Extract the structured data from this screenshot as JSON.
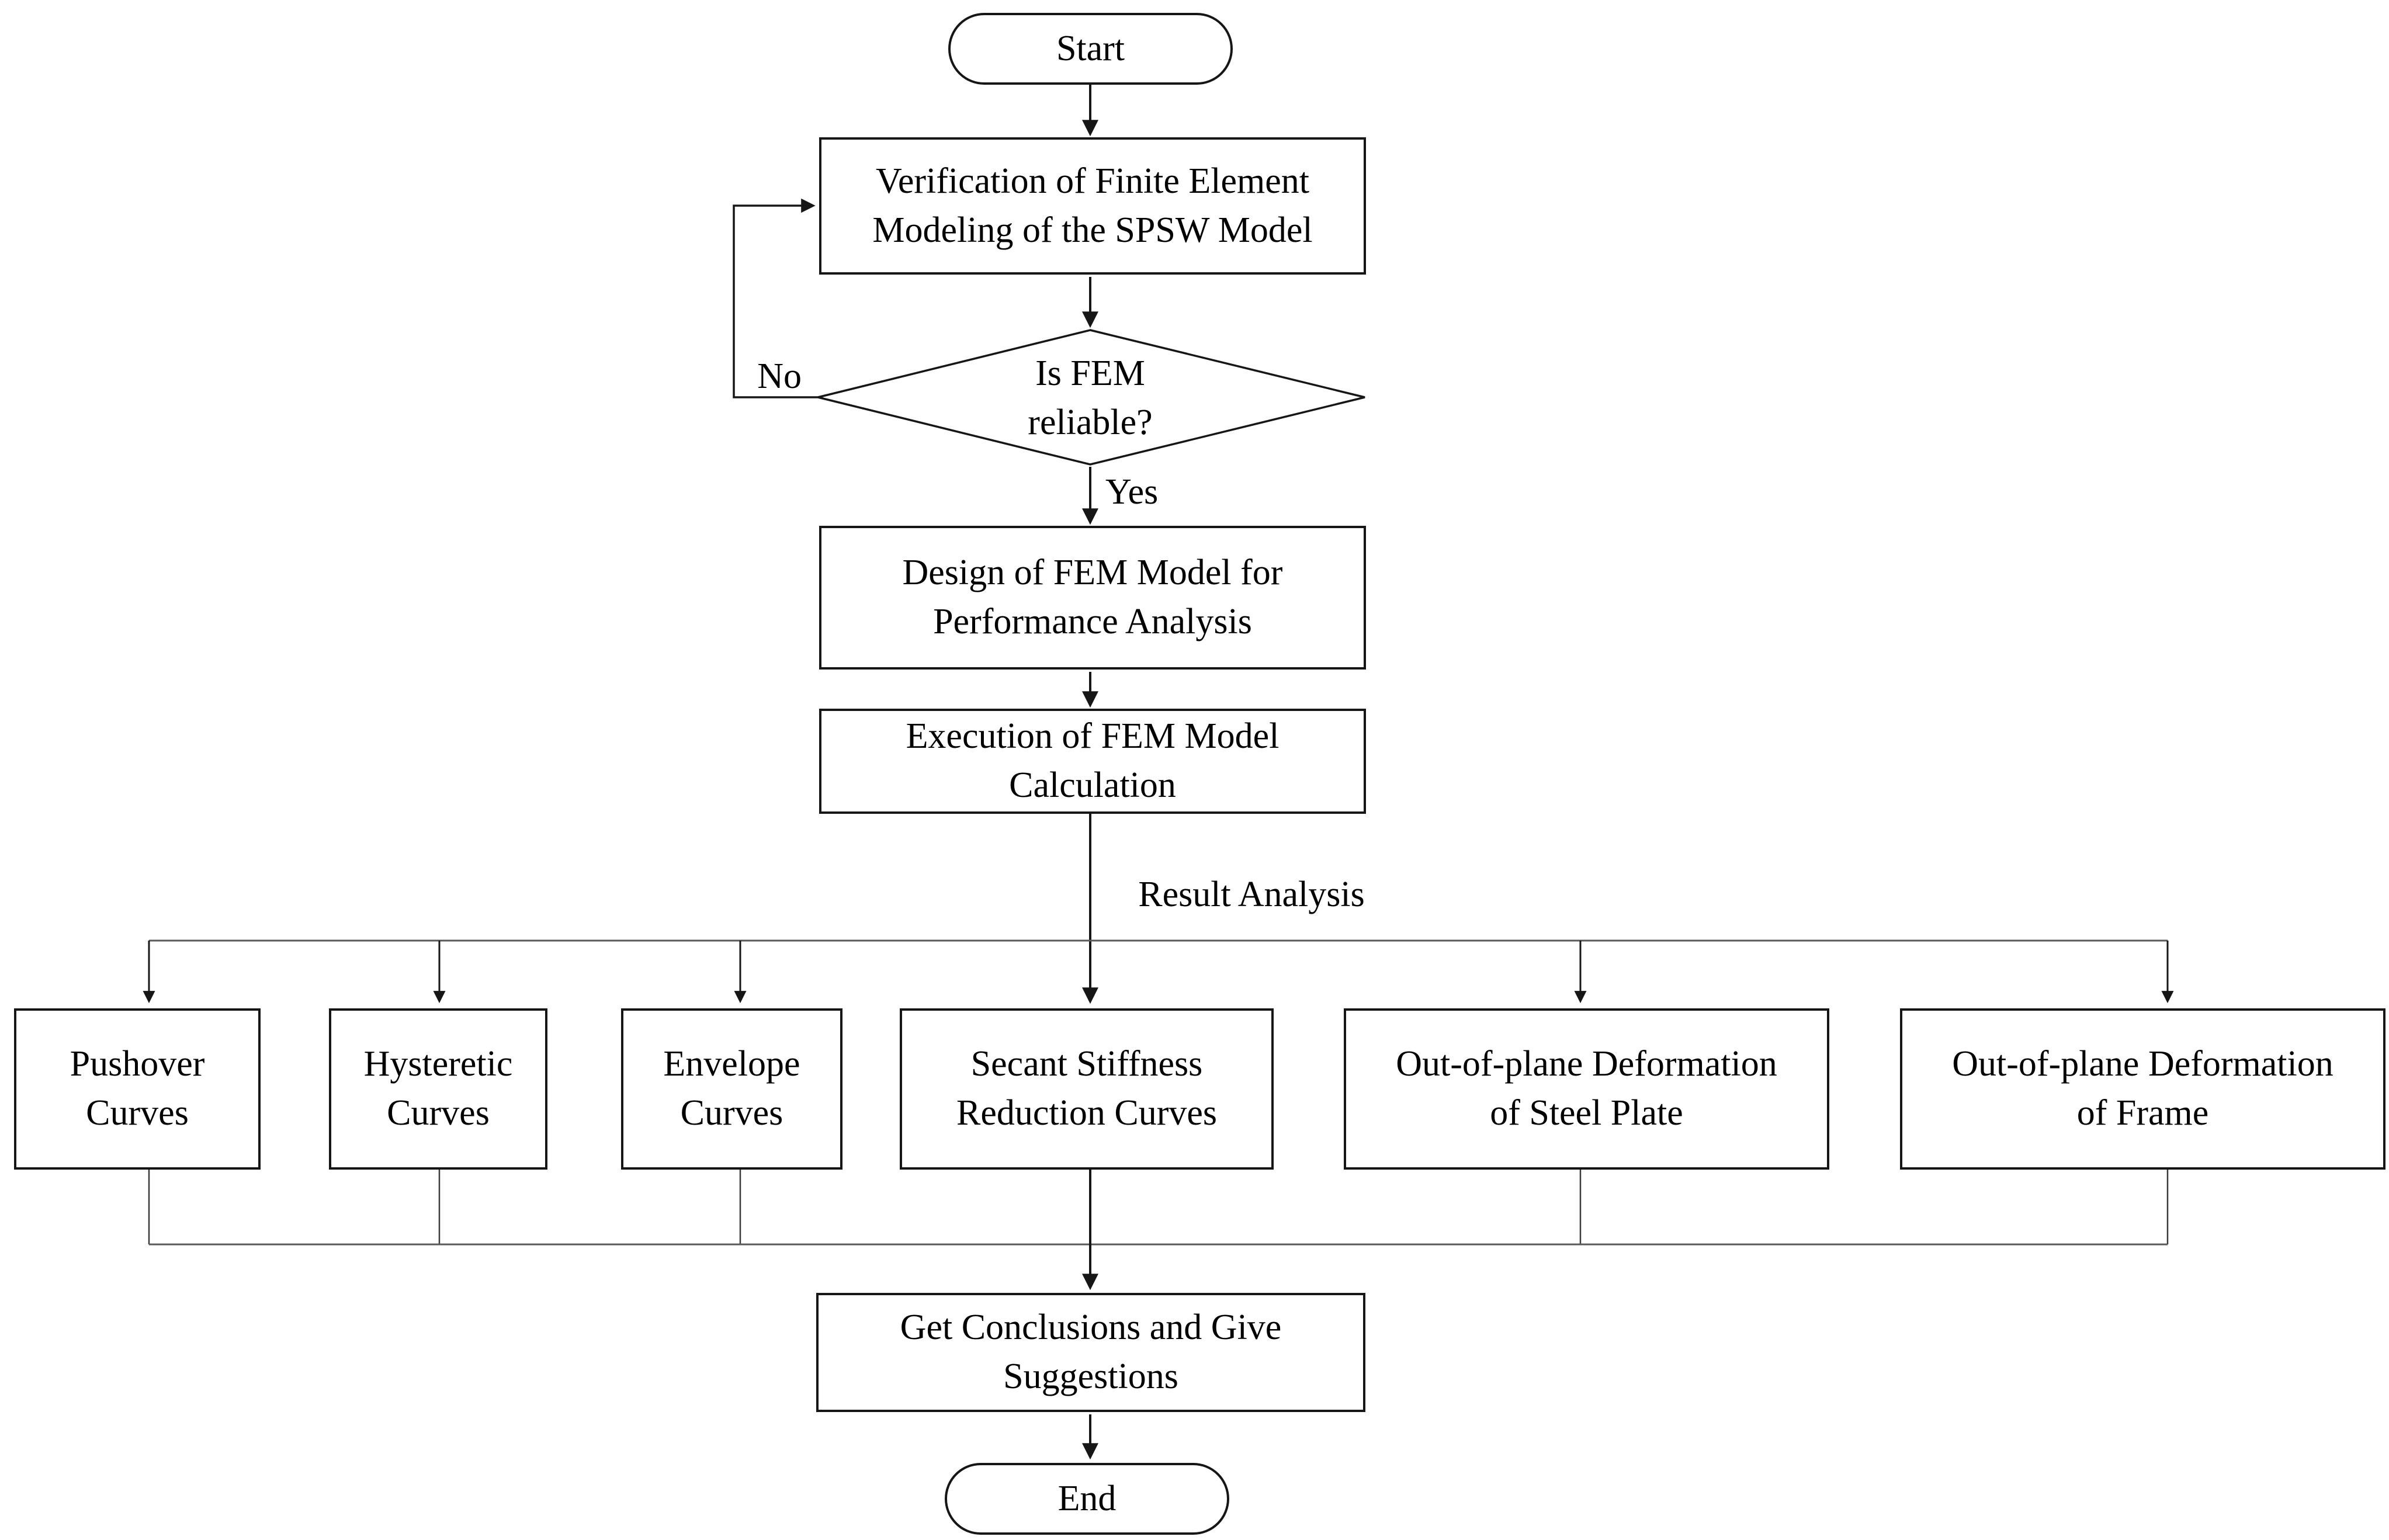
{
  "diagram": {
    "type": "flowchart",
    "nodes": {
      "start": {
        "label": "Start"
      },
      "verification": {
        "label": "Verification of Finite Element\nModeling of the SPSW Model"
      },
      "decision": {
        "label": "Is FEM\nreliable?"
      },
      "design": {
        "label": "Design of FEM Model for\nPerformance Analysis"
      },
      "execution": {
        "label": "Execution of FEM Model\nCalculation"
      },
      "pushover": {
        "label": "Pushover\nCurves"
      },
      "hysteretic": {
        "label": "Hysteretic\nCurves"
      },
      "envelope": {
        "label": "Envelope\nCurves"
      },
      "secant": {
        "label": "Secant Stiffness\nReduction Curves"
      },
      "steel_plate": {
        "label": "Out-of-plane Deformation\nof Steel Plate"
      },
      "frame": {
        "label": "Out-of-plane Deformation\nof Frame"
      },
      "conclusions": {
        "label": "Get Conclusions and Give\nSuggestions"
      },
      "end": {
        "label": "End"
      }
    },
    "edge_labels": {
      "no": "No",
      "yes": "Yes",
      "result_analysis": "Result Analysis"
    },
    "colors": {
      "background": "#ffffff",
      "stroke": "#161616",
      "thin_line": "#5a5a5a",
      "stub_line": "#3a3a3a",
      "text": "#000000"
    }
  }
}
